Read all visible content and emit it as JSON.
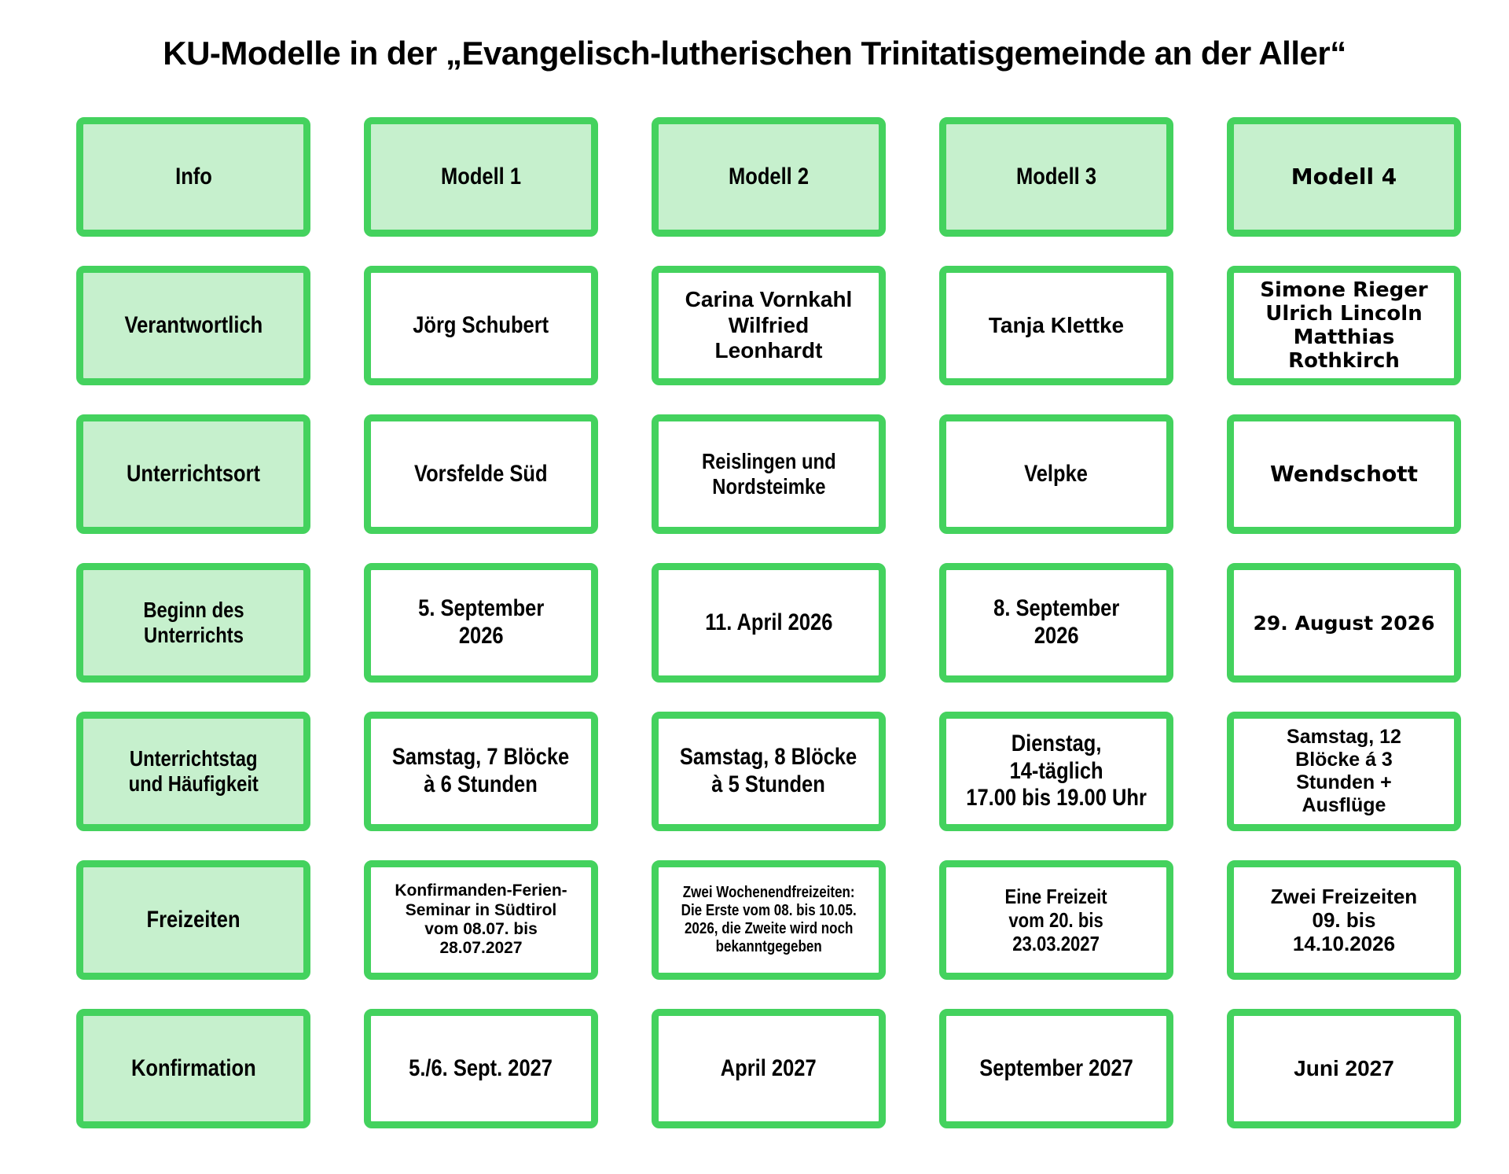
{
  "title": "KU-Modelle in der „Evangelisch-lutherischen Trinitatisgemeinde an der Aller“",
  "colors": {
    "border_green": "#44d25e",
    "header_fill": "#c6f0cd",
    "cell_fill": "#ffffff",
    "text": "#000000",
    "background": "#ffffff"
  },
  "table": {
    "header": [
      "Info",
      "Modell 1",
      "Modell 2",
      "Modell 3",
      "Modell 4"
    ],
    "rows": [
      {
        "label": "Verantwortlich",
        "values": [
          "Jörg Schubert",
          "Carina Vornkahl\nWilfried\nLeonhardt",
          "Tanja Klettke",
          "Simone Rieger\nUlrich Lincoln\nMatthias\nRothkirch"
        ]
      },
      {
        "label": "Unterrichtsort",
        "values": [
          "Vorsfelde Süd",
          "Reislingen und\nNordsteimke",
          "Velpke",
          "Wendschott"
        ]
      },
      {
        "label": "Beginn des\nUnterrichts",
        "values": [
          "5. September\n2026",
          "11. April 2026",
          "8. September\n2026",
          "29. August 2026"
        ]
      },
      {
        "label": "Unterrichtstag\nund Häufigkeit",
        "values": [
          "Samstag, 7 Blöcke\nà 6 Stunden",
          "Samstag, 8 Blöcke\nà 5 Stunden",
          "Dienstag,\n14-täglich\n17.00 bis 19.00 Uhr",
          "Samstag, 12\nBlöcke á 3\nStunden +\nAusflüge"
        ]
      },
      {
        "label": "Freizeiten",
        "values": [
          "Konfirmanden-Ferien-\nSeminar in Südtirol\nvom 08.07. bis\n28.07.2027",
          "Zwei Wochenendfreizeiten:\nDie Erste vom 08. bis 10.05.\n2026, die Zweite wird noch\nbekanntgegeben",
          "Eine Freizeit\nvom 20. bis\n23.03.2027",
          "Zwei Freizeiten\n09. bis\n14.10.2026"
        ]
      },
      {
        "label": "Konfirmation",
        "values": [
          "5./6. Sept. 2027",
          "April 2027",
          "September 2027",
          "Juni 2027"
        ]
      }
    ]
  }
}
